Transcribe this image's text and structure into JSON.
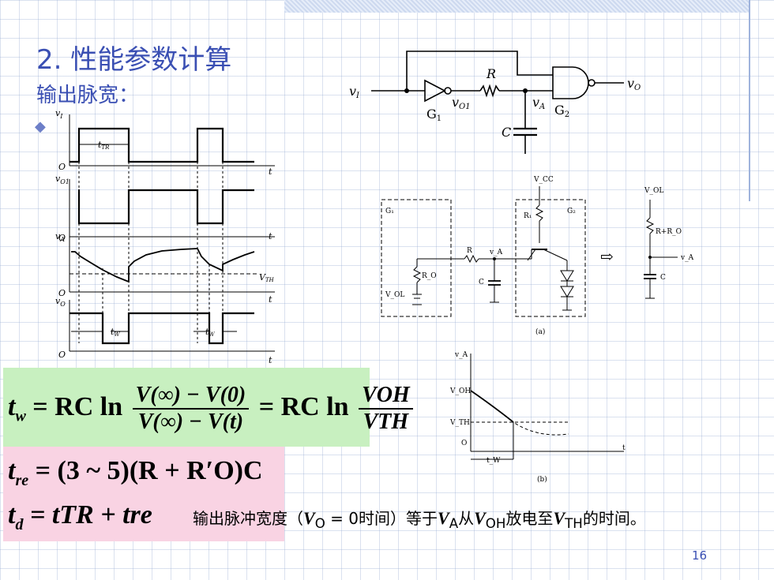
{
  "slide": {
    "title": "2. 性能参数计算",
    "subtitle": "输出脉宽：",
    "bullet": "◆",
    "page_number": "16"
  },
  "waveforms": {
    "v_i": "v",
    "v_i_sub": "I",
    "v_o1": "v",
    "v_o1_sub": "O1",
    "v_a": "v",
    "v_a_sub": "A",
    "v_o": "v",
    "v_o_sub": "O",
    "origin": "O",
    "t_axis": "t",
    "t_tr": "t",
    "t_tr_sub": "TR",
    "v_th": "V",
    "v_th_sub": "TH",
    "t_w": "t",
    "t_w_sub": "W"
  },
  "circuit_top": {
    "input": "v",
    "input_sub": "I",
    "g1": "G",
    "g1_sub": "1",
    "vo1": "v",
    "vo1_sub": "O1",
    "r": "R",
    "va": "v",
    "va_sub": "A",
    "g2": "G",
    "g2_sub": "2",
    "c": "C",
    "output": "v",
    "output_sub": "O"
  },
  "circuit_a": {
    "g1": "G₁",
    "g2": "G₂",
    "vcc": "V_CC",
    "r1": "R₁",
    "r": "R",
    "va": "v_A",
    "ro": "R_O",
    "vol": "V_OL",
    "c": "C",
    "arrow": "⇨",
    "eq_vol": "V_OL",
    "eq_rro": "R+R_O",
    "eq_va": "v_A",
    "eq_c": "C",
    "caption": "(a)"
  },
  "graph_b": {
    "va": "v_A",
    "voh": "V_OH",
    "vth": "V_TH",
    "origin": "O",
    "t": "t",
    "tw": "t_W",
    "caption": "(b)"
  },
  "equations": {
    "tw_lhs": "t",
    "tw_sub": "w",
    "eq1_rc": "= RC ln",
    "frac1_num": "V(∞) − V(0)",
    "frac1_den": "V(∞) − V(t)",
    "eq1_rc2": "= RC ln",
    "frac2_num": "VOH",
    "frac2_den": "VTH",
    "tre": "t",
    "tre_sub": "re",
    "tre_rhs": "= (3 ~ 5)(R + R′O)C",
    "td": "t",
    "td_sub": "d",
    "td_rhs": "= tTR + tre"
  },
  "note": {
    "pre": "输出脉冲宽度（",
    "vo": "V",
    "vo_sub": "O",
    "mid": " = 0时间）等于",
    "va": "V",
    "va_sub": "A",
    "from": "从",
    "voh": "V",
    "voh_sub": "OH",
    "to": "放电至",
    "vth": "V",
    "vth_sub": "TH",
    "end": "的时间。"
  }
}
